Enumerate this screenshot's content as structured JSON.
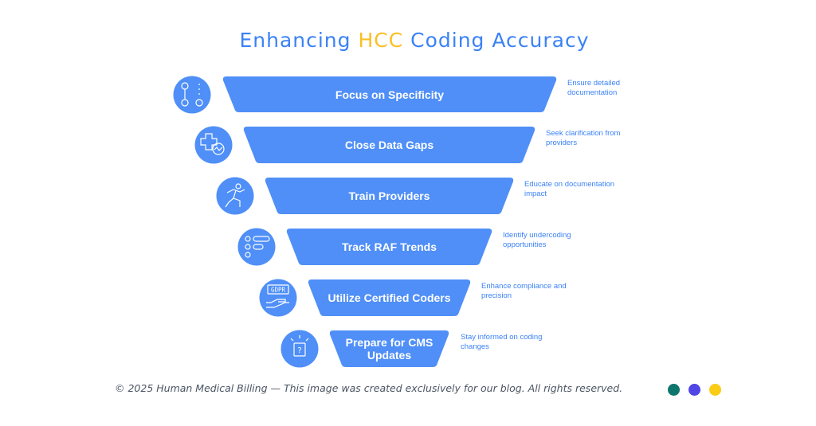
{
  "title": {
    "part1": "Enhancing ",
    "highlight": "HCC",
    "part2": " Coding Accuracy"
  },
  "stages": [
    {
      "label": "Focus on Specificity",
      "description": "Ensure detailed documentation",
      "icon": "specificity-icon"
    },
    {
      "label": "Close Data Gaps",
      "description": "Seek clarification from providers",
      "icon": "medical-cross-chart-icon"
    },
    {
      "label": "Train Providers",
      "description": "Educate on documentation impact",
      "icon": "running-person-icon"
    },
    {
      "label": "Track RAF Trends",
      "description": "Identify undercoding opportunities",
      "icon": "toggle-list-icon"
    },
    {
      "label": "Utilize Certified Coders",
      "description": "Enhance compliance and precision",
      "icon": "gdpr-hand-icon"
    },
    {
      "label": "Prepare for CMS Updates",
      "description": "Stay informed on coding changes",
      "icon": "alert-notice-icon"
    }
  ],
  "footer": "© 2025 Human Medical Billing — This image was created exclusively for our blog. All rights reserved.",
  "colors": {
    "primary": "#4f8ff7",
    "accent": "#fbbf24",
    "dots": [
      "#0f766e",
      "#4f46e5",
      "#facc15"
    ]
  }
}
